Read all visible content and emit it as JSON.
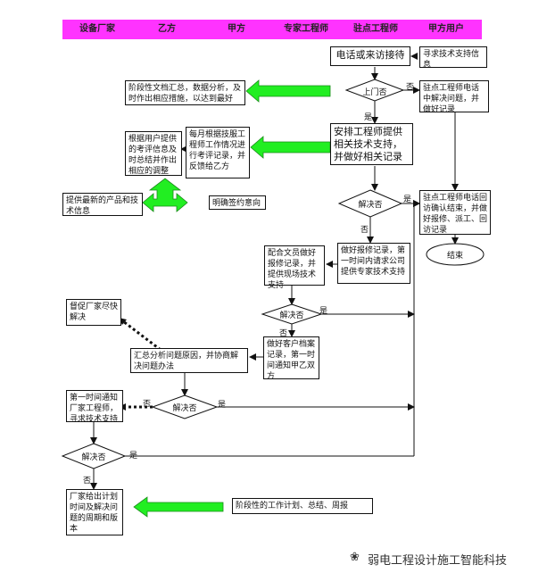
{
  "header": {
    "lanes": [
      "设备厂家",
      "乙方",
      "甲方",
      "专家工程师",
      "驻点工程师",
      "甲方用户"
    ],
    "bg_color": "#ff33ff"
  },
  "boxes": {
    "seek_support": "寻求技术支持信息",
    "phone_visit": "电话或来访接待",
    "stage_docs": "阶段性文档汇总，数据分析，及时作出相应措施，以达到最好",
    "onsite_phone": "驻点工程师电话中解决问题，并做好记录",
    "arrange_engineer": "安排工程师提供相关技术支持，并做好相关记录",
    "monthly_eval": "每月根据技服工程师工作情况进行考评记录，并反馈给乙方",
    "adjust_user": "根据用户提供的考评信息及时总结并作出相应的调整",
    "latest_products": "提供最新的产品和技术信息",
    "contract_intent": "明确签约意向",
    "callback_record": "驻点工程师电话回访确认结束，并做好报修、派工、回访记录",
    "end": "结束",
    "repair_record": "做好报修记录，第一时间内请求公司提供专家技术支持",
    "clerk_repair": "配合文员做好报修记录，并提供现场技术支持",
    "customer_file": "做好客户档案记录，第一时间通知甲乙双方",
    "analyze_cause": "汇总分析问题原因，并协商解决问题办法",
    "urge_vendor": "督促厂家尽快解决",
    "notify_vendor": "第一时间通知厂家工程师，寻求技术支持",
    "vendor_plan": "厂家给出计划时间及解决问题的周期和版本",
    "stage_plan": "阶段性的工作计划、总结、周报"
  },
  "decisions": {
    "d_visit": "上门否",
    "d1": "解决否",
    "d2": "解决否",
    "d3": "解决否",
    "d4": "解决否"
  },
  "labels": {
    "yes": "是",
    "no": "否"
  },
  "watermark": "弱电工程设计施工智能科技",
  "colors": {
    "arrow_green": "#22ee22",
    "line": "#111111",
    "lane_magenta": "#ff33ff"
  }
}
